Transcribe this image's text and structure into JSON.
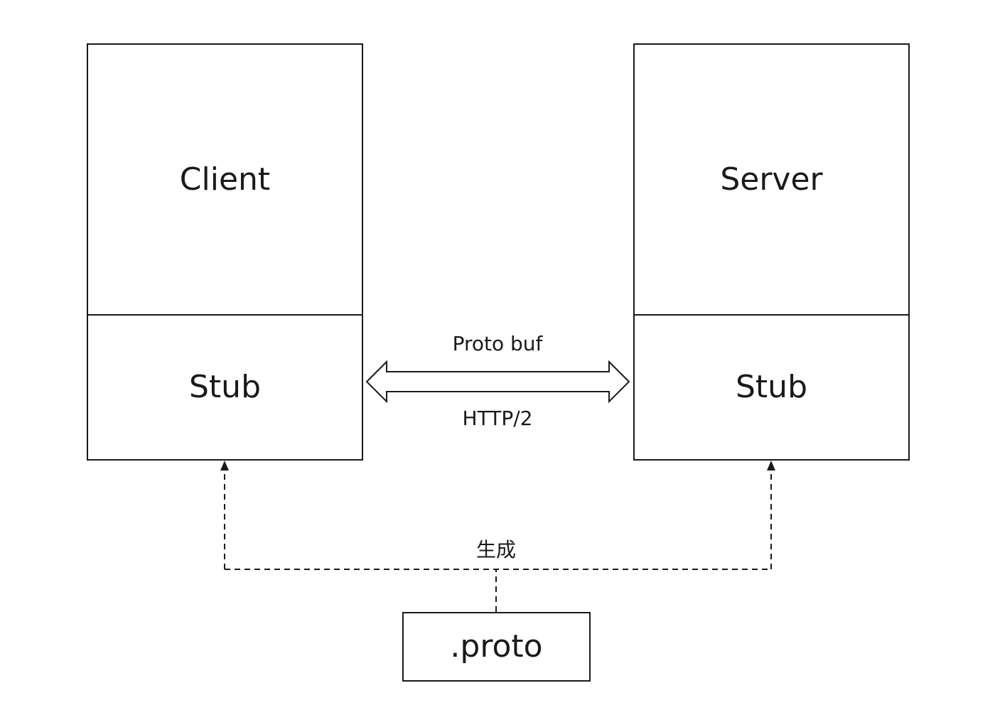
{
  "client": {
    "title": "Client",
    "stub": "Stub"
  },
  "server": {
    "title": "Server",
    "stub": "Stub"
  },
  "link": {
    "top_label": "Proto buf",
    "bottom_label": "HTTP/2"
  },
  "generation": {
    "label": "生成",
    "source": ".proto"
  }
}
